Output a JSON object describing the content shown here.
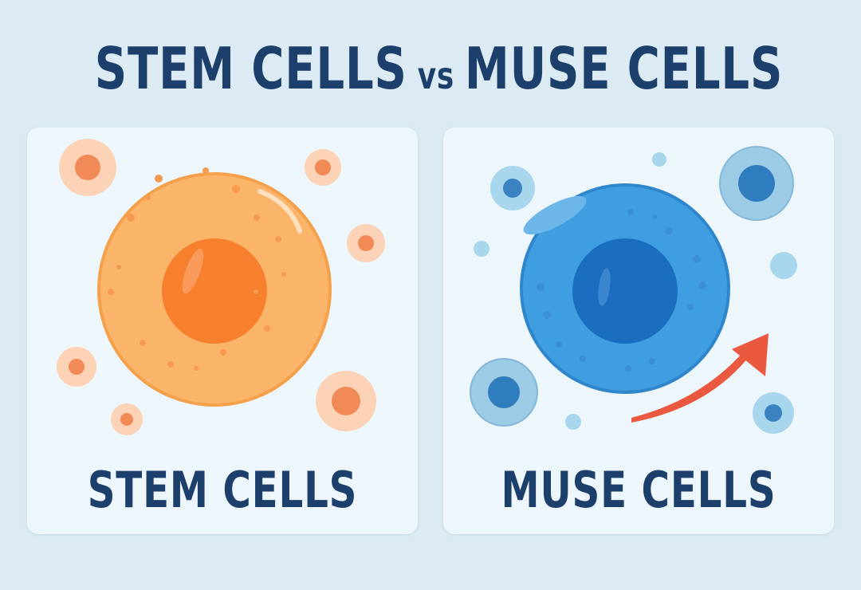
{
  "title": {
    "left": "STEM CELLS",
    "connector": "vs",
    "right": "MUSE CELLS"
  },
  "panels": [
    {
      "id": "stem",
      "label": "STEM CELLS",
      "main_cell": {
        "membrane": "#fbb56a",
        "outline": "#f5a04a",
        "nucleus": "#f7802f"
      },
      "small_cell_colors": {
        "outer": "#fcd0b3",
        "inner": "#f28a57"
      }
    },
    {
      "id": "muse",
      "label": "MUSE CELLS",
      "main_cell": {
        "membrane": "#3f9ee0",
        "outline": "#2f86cc",
        "nucleus": "#1a6dbf"
      },
      "small_cell_colors": {
        "outer": "#a8d6ec",
        "inner": "#2f7cbf"
      },
      "arrow_color": "#ea5840"
    }
  ],
  "colors": {
    "background": "#dcebf3",
    "panel": "#edf6fb",
    "text": "#1c3f6b"
  }
}
